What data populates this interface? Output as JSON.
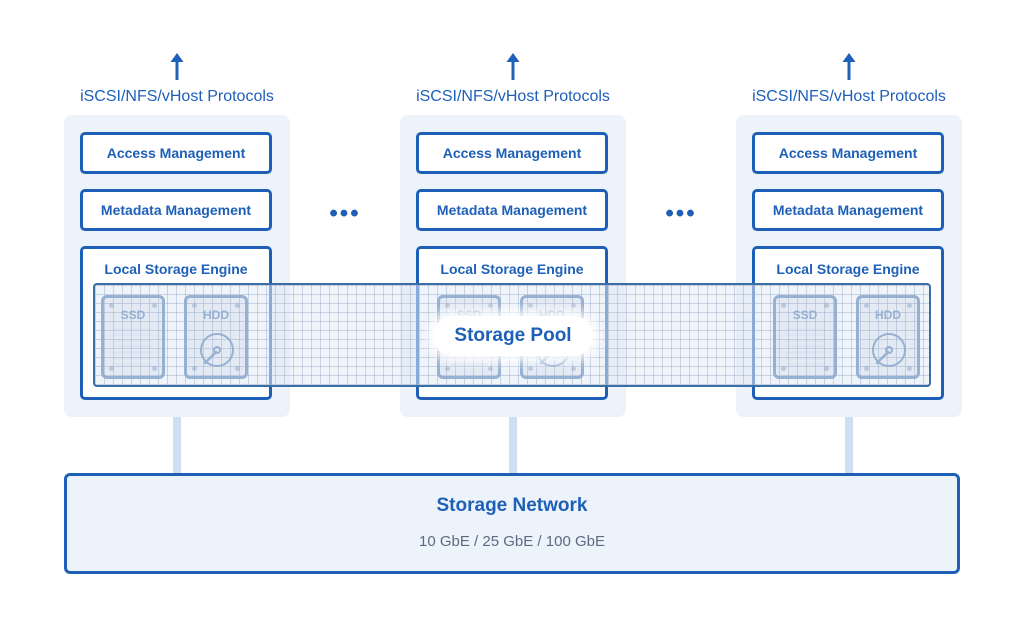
{
  "nodes": [
    {
      "protocol": "iSCSI/NFS/vHost Protocols",
      "access": "Access Management",
      "metadata": "Metadata Management",
      "engine": "Local Storage Engine",
      "disks": [
        {
          "type": "ssd",
          "label": "SSD"
        },
        {
          "type": "hdd",
          "label": "HDD"
        }
      ]
    },
    {
      "protocol": "iSCSI/NFS/vHost Protocols",
      "access": "Access Management",
      "metadata": "Metadata Management",
      "engine": "Local Storage Engine",
      "disks": [
        {
          "type": "ssd",
          "label": "SSD"
        },
        {
          "type": "hdd",
          "label": "HDD"
        }
      ]
    },
    {
      "protocol": "iSCSI/NFS/vHost Protocols",
      "access": "Access Management",
      "metadata": "Metadata Management",
      "engine": "Local Storage Engine",
      "disks": [
        {
          "type": "ssd",
          "label": "SSD"
        },
        {
          "type": "hdd",
          "label": "HDD"
        }
      ]
    }
  ],
  "separator": "•••",
  "pool": {
    "label": "Storage Pool"
  },
  "network": {
    "title": "Storage Network",
    "speeds": "10 GbE / 25 GbE / 100 GbE"
  },
  "colors": {
    "primary": "#1e60b8",
    "panel": "#edf3fb",
    "connector": "#cfdff2",
    "disk": "#3c6ea6"
  },
  "icons": {
    "protocol_arrow": "arrow-up-icon",
    "ssd": "ssd-icon",
    "hdd": "hdd-icon"
  }
}
